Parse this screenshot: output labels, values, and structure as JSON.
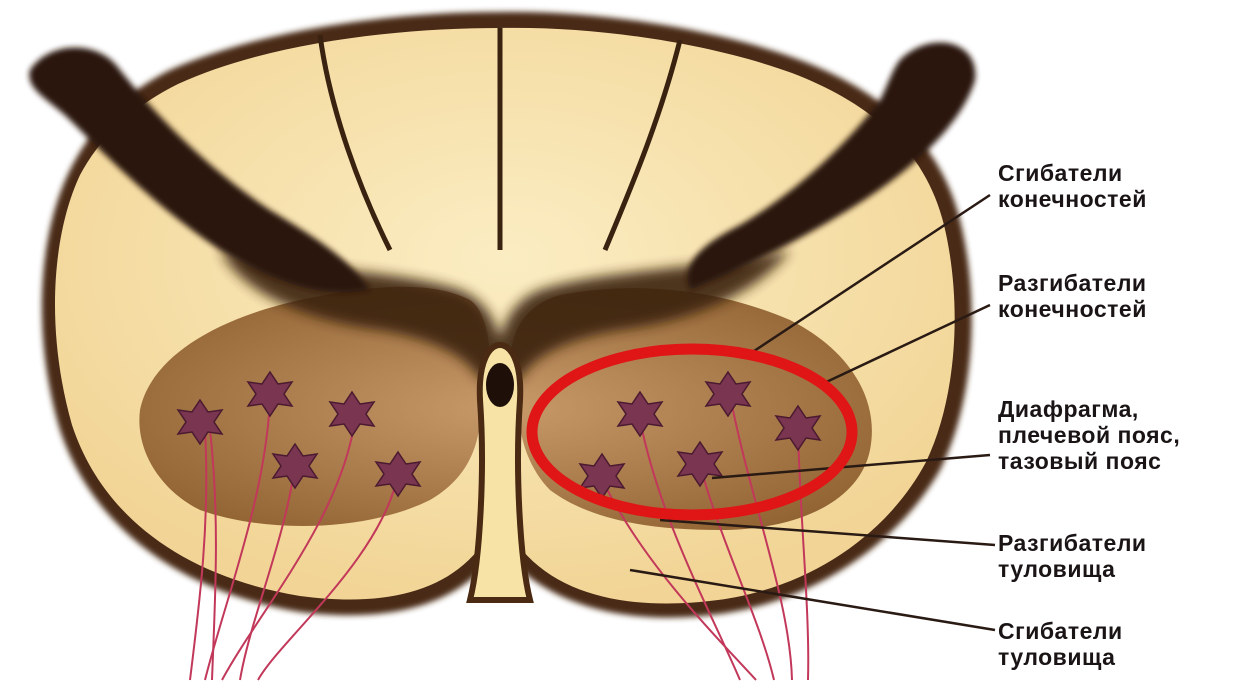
{
  "labels": [
    {
      "id": "flexor-limbs",
      "lines": [
        "Сгибатели",
        "конечностей"
      ]
    },
    {
      "id": "extensor-limbs",
      "lines": [
        "Разгибатели",
        "конечностей"
      ]
    },
    {
      "id": "diaphragm-girdles",
      "lines": [
        "Диафрагма,",
        "плечевой пояс,",
        "тазовый пояс"
      ]
    },
    {
      "id": "extensor-trunk",
      "lines": [
        "Разгибатели",
        "туловища"
      ]
    },
    {
      "id": "flexor-trunk",
      "lines": [
        "Сгибатели",
        "туловища"
      ]
    }
  ],
  "colors": {
    "white_matter": "#f7e3a6",
    "white_matter_light": "#fbecc0",
    "gray_matter": "#a87945",
    "dark_tract": "#3a2210",
    "neuron": "#7a3550",
    "nerve_fiber": "#c2385a",
    "highlight_circle": "#e01515",
    "leader_line": "#2a1a14"
  }
}
